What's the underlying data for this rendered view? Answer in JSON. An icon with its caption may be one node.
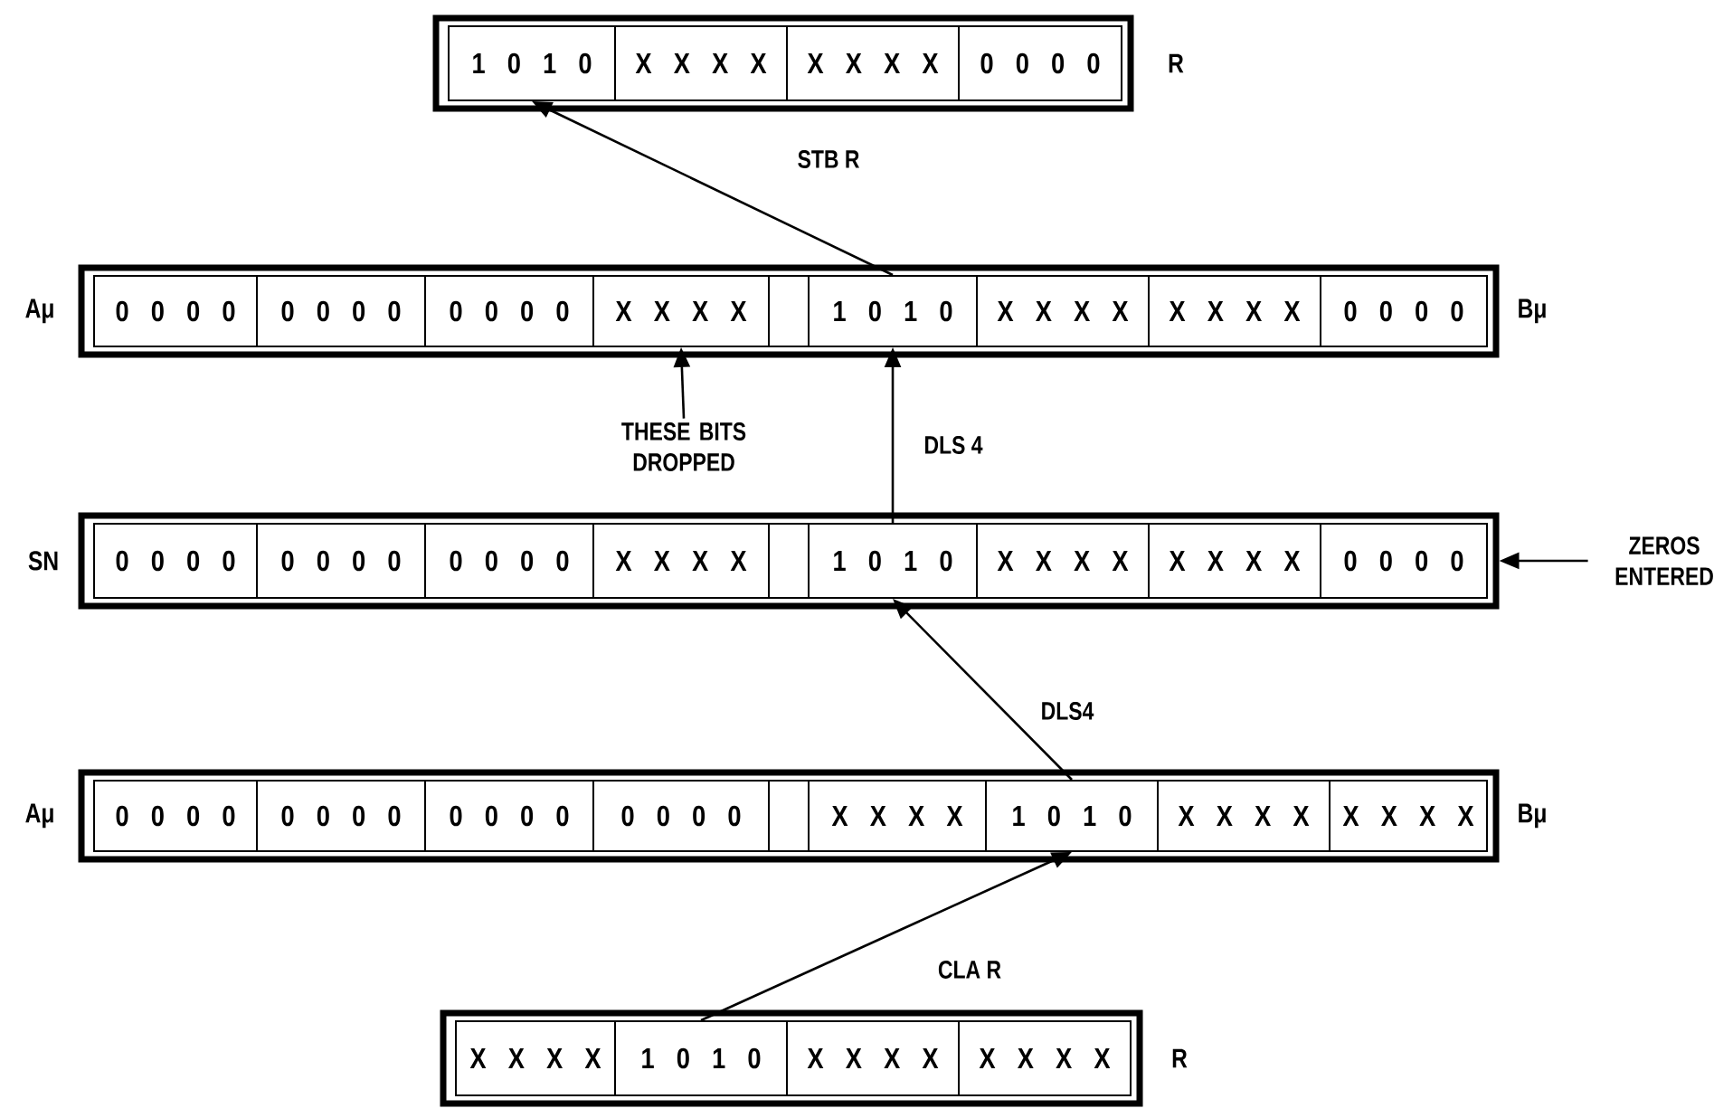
{
  "diagram": {
    "nodes": [
      {
        "text": [],
        "shape": "box",
        "beside": [
          "R"
        ]
      },
      {
        "text": [
          "1 0 1 0"
        ],
        "in": 0
      },
      {
        "text": [
          "X X X X"
        ],
        "in": 0
      },
      {
        "text": [
          "X X X X"
        ],
        "in": 0
      },
      {
        "text": [
          "0 0 0 0"
        ],
        "in": 0
      },
      {
        "text": [],
        "shape": "box",
        "beside": [
          "Aμ",
          "Bμ"
        ]
      },
      {
        "text": [
          "0 0 0 0"
        ],
        "in": 5
      },
      {
        "text": [
          "0 0 0 0"
        ],
        "in": 5
      },
      {
        "text": [
          "0 0 0 0"
        ],
        "in": 5
      },
      {
        "text": [
          "X X X X"
        ],
        "in": 5
      },
      {
        "text": [],
        "shape": "box",
        "in": 5
      },
      {
        "text": [
          "1 0 1 0"
        ],
        "in": 5
      },
      {
        "text": [
          "X X X X"
        ],
        "in": 5
      },
      {
        "text": [
          "X X X X"
        ],
        "in": 5
      },
      {
        "text": [
          "0 0 0 0"
        ],
        "in": 5
      },
      {
        "text": [
          "THESE BITS DROPPED"
        ]
      },
      {
        "text": [],
        "shape": "box",
        "beside": [
          "SN"
        ]
      },
      {
        "text": [
          "0 0 0 0"
        ],
        "in": 16
      },
      {
        "text": [
          "0 0 0 0"
        ],
        "in": 16
      },
      {
        "text": [
          "0 0 0 0"
        ],
        "in": 16
      },
      {
        "text": [
          "X X X X"
        ],
        "in": 16
      },
      {
        "text": [],
        "shape": "box",
        "in": 16
      },
      {
        "text": [
          "1 0 1 0"
        ],
        "in": 16
      },
      {
        "text": [
          "X X X X"
        ],
        "in": 16
      },
      {
        "text": [
          "X X X X"
        ],
        "in": 16
      },
      {
        "text": [
          "0 0 0 0"
        ],
        "in": 16
      },
      {
        "text": [
          "ZEROS ENTERED"
        ]
      },
      {
        "text": [],
        "shape": "box",
        "beside": [
          "Aμ",
          "Bμ"
        ]
      },
      {
        "text": [
          "0 0 0 0"
        ],
        "in": 27
      },
      {
        "text": [
          "0 0 0 0"
        ],
        "in": 27
      },
      {
        "text": [
          "0 0 0 0"
        ],
        "in": 27
      },
      {
        "text": [
          "0 0 0 0"
        ],
        "in": 27
      },
      {
        "text": [],
        "shape": "box",
        "in": 27
      },
      {
        "text": [
          "X X X X"
        ],
        "in": 27
      },
      {
        "text": [
          "1 0 1 0"
        ],
        "in": 27
      },
      {
        "text": [
          "X X X X"
        ],
        "in": 27
      },
      {
        "text": [
          "X X X X"
        ],
        "in": 27
      },
      {
        "text": [],
        "shape": "box",
        "beside": [
          "R"
        ]
      },
      {
        "text": [
          "X X X X"
        ],
        "in": 37
      },
      {
        "text": [
          "1 0 1 0"
        ],
        "in": 37
      },
      {
        "text": [
          "X X X X"
        ],
        "in": 37
      },
      {
        "text": [
          "X X X X"
        ],
        "in": 37
      }
    ],
    "edges": [
      {
        "from": 39,
        "to": 34,
        "arrow": "to",
        "label": "CLA R"
      },
      {
        "from": 34,
        "to": 22,
        "arrow": "to",
        "label": "DLS4"
      },
      {
        "from": 22,
        "to": 11,
        "arrow": "to",
        "label": "DLS 4"
      },
      {
        "from": 11,
        "to": 1,
        "arrow": "to",
        "label": "STB R"
      },
      {
        "from": 15,
        "to": 9,
        "arrow": "to"
      },
      {
        "from": 26,
        "to": 16,
        "arrow": "to"
      }
    ]
  }
}
